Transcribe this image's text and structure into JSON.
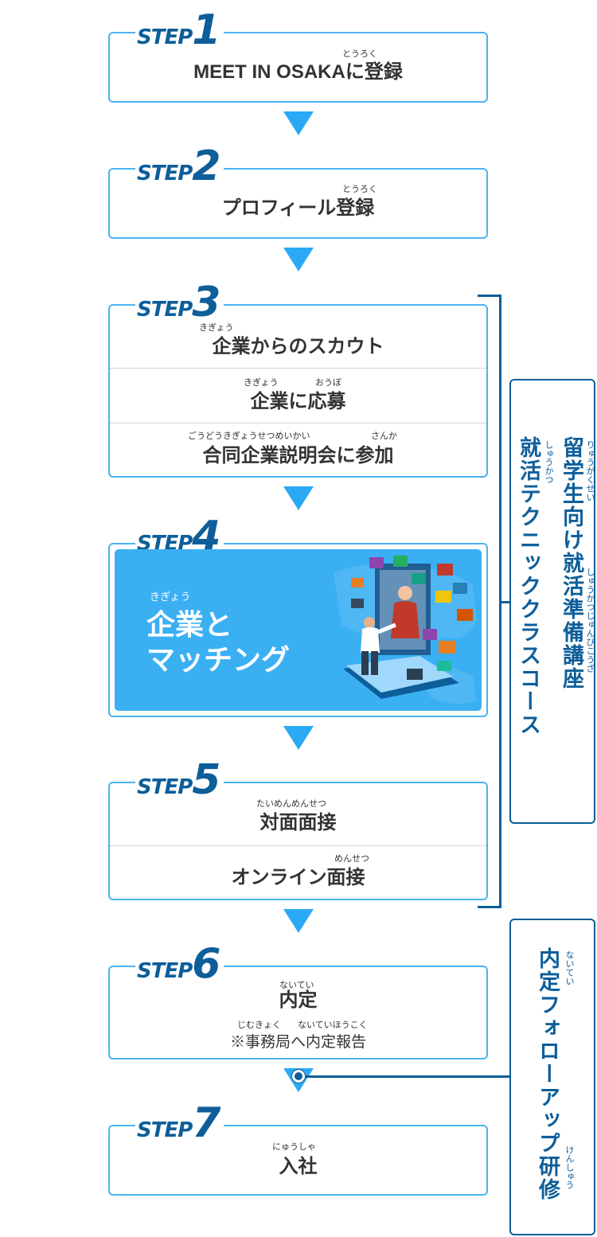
{
  "steps": [
    {
      "word": "STEP",
      "num": "1",
      "items": [
        {
          "text": "MEET IN OSAKAに登録",
          "ruby": "とうろく"
        }
      ]
    },
    {
      "word": "STEP",
      "num": "2",
      "items": [
        {
          "text": "プロフィール登録",
          "ruby": "とうろく"
        }
      ]
    },
    {
      "word": "STEP",
      "num": "3",
      "items": [
        {
          "text": "企業からのスカウト",
          "ruby": "きぎょう"
        },
        {
          "text": "企業に応募",
          "ruby1": "きぎょう",
          "ruby2": "おうぼ"
        },
        {
          "text": "合同企業説明会に参加",
          "ruby1": "ごうどうきぎょうせつめいかい",
          "ruby2": "さんか"
        }
      ]
    },
    {
      "word": "STEP",
      "num": "4",
      "ruby": "きぎょう",
      "line1": "企業と",
      "line2": "マッチング"
    },
    {
      "word": "STEP",
      "num": "5",
      "items": [
        {
          "text": "対面面接",
          "ruby": "たいめんめんせつ"
        },
        {
          "text": "オンライン面接",
          "ruby": "めんせつ"
        }
      ]
    },
    {
      "word": "STEP",
      "num": "6",
      "items": [
        {
          "text": "内定",
          "ruby": "ないてい",
          "sub": "※事務局へ内定報告",
          "sub_ruby1": "じむきょく",
          "sub_ruby2": "ないていほうこく"
        }
      ]
    },
    {
      "word": "STEP",
      "num": "7",
      "items": [
        {
          "text": "入社",
          "ruby": "にゅうしゃ"
        }
      ]
    }
  ],
  "side1": {
    "col1": "留学生向け就活準備講座",
    "col1_ruby1": "りゅうがくせい",
    "col1_ruby2": "しゅうかつじゅんびこうざ",
    "col2": "就活テクニッククラスコース",
    "col2_ruby": "しゅうかつ"
  },
  "side2": {
    "text": "内定フォローアップ研修",
    "ruby1": "ないてい",
    "ruby2": "けんしゅう"
  },
  "colors": {
    "accent": "#4ab3f0",
    "arrow": "#2aa9f5",
    "navy": "#0d5e99",
    "panel": "#3ab0f3"
  }
}
